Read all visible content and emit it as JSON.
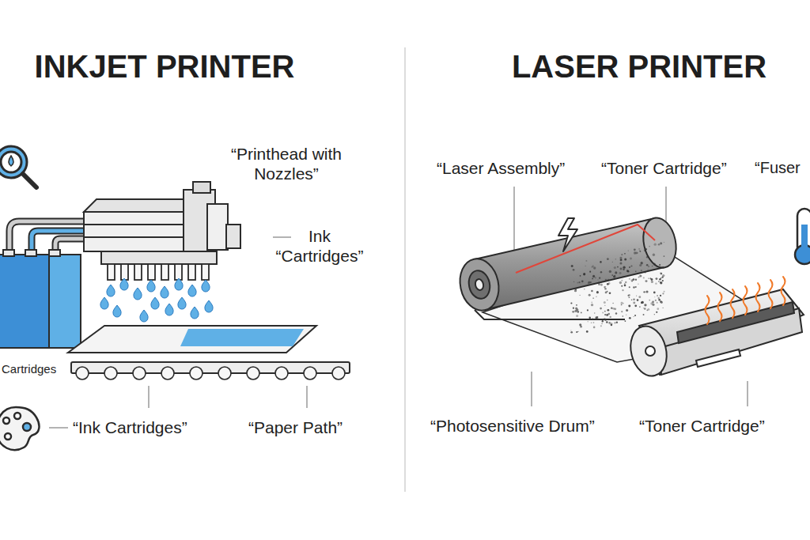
{
  "diagram": {
    "labels": [
      "INKJET PRINTER",
      "LASER PRINTER",
      "“Printhead with Nozzles”",
      "Ink “Cartridges”",
      "Cartridges",
      "“Ink Cartridges”",
      "“Paper Path”",
      "“Laser Assembly”",
      "“Toner Cartridge”",
      "“Fuser",
      "“Photosensitive Drum”",
      "“Toner Cartridge”"
    ]
  }
}
